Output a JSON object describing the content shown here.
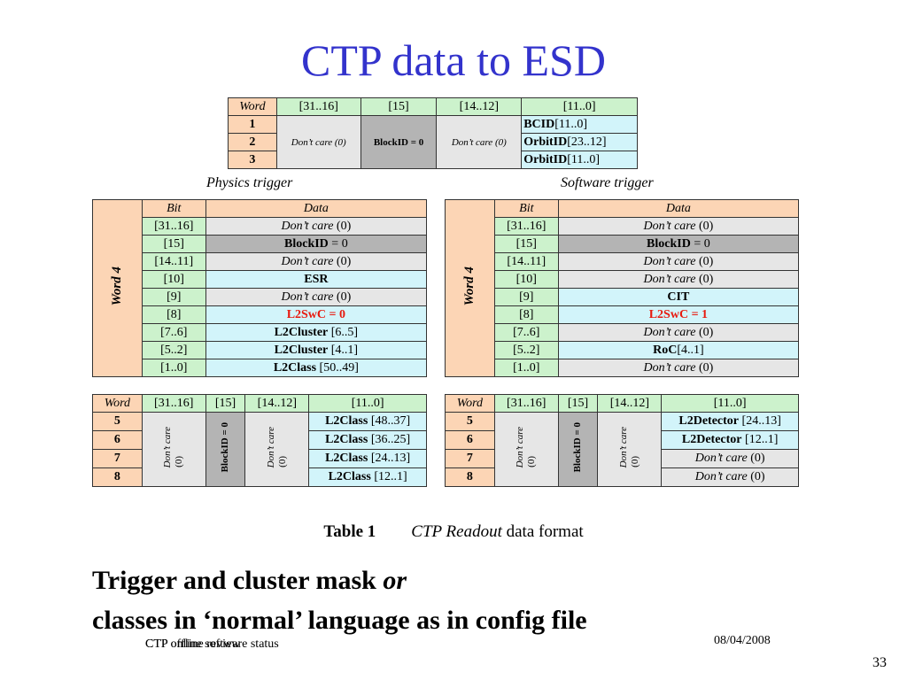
{
  "slide": {
    "title": "CTP data to ESD",
    "caption_physics": "Physics trigger",
    "caption_software": "Software trigger",
    "table_caption_label": "Table 1",
    "table_caption_text_italic": "CTP Readout",
    "table_caption_text": " data format",
    "body_line1_bold": "Trigger and cluster mask ",
    "body_line1_italic": "or",
    "body_line2": "classes in ‘normal’ language as in config file",
    "footer_left_1": "CTP offline review",
    "footer_left_2": "CTP online software status",
    "footer_date": "08/04/2008",
    "page_number": "33"
  },
  "header_table": {
    "headers": [
      "Word",
      "[31..16]",
      "[15]",
      "[14..12]",
      "[11..0]"
    ],
    "words": [
      "1",
      "2",
      "3"
    ],
    "dont_care": "Don’t care (0)",
    "blockid": "BlockID = 0",
    "fields": [
      {
        "name": "BCID",
        "range": "[11..0]"
      },
      {
        "name": "OrbitID",
        "range": "[23..12]"
      },
      {
        "name": "OrbitID",
        "range": "[11..0]"
      }
    ]
  },
  "word4_physics": {
    "side_label": "Word 4",
    "headers": [
      "Bit",
      "Data"
    ],
    "rows": [
      {
        "bit": "[31..16]",
        "a": "Don’t care",
        "b": " (0)"
      },
      {
        "bit": "[15]",
        "a": "BlockID",
        "b": " = 0"
      },
      {
        "bit": "[14..11]",
        "a": "Don’t care",
        "b": " (0)"
      },
      {
        "bit": "[10]",
        "a": "ESR",
        "b": ""
      },
      {
        "bit": "[9]",
        "a": "Don’t care",
        "b": " (0)"
      },
      {
        "bit": "[8]",
        "a": "L2SwC = 0",
        "b": ""
      },
      {
        "bit": "[7..6]",
        "a": "L2Cluster",
        "b": " [6..5]"
      },
      {
        "bit": "[5..2]",
        "a": "L2Cluster",
        "b": " [4..1]"
      },
      {
        "bit": "[1..0]",
        "a": "L2Class",
        "b": " [50..49]"
      }
    ]
  },
  "word4_software": {
    "side_label": "Word 4",
    "headers": [
      "Bit",
      "Data"
    ],
    "rows": [
      {
        "bit": "[31..16]",
        "a": "Don’t care",
        "b": " (0)"
      },
      {
        "bit": "[15]",
        "a": "BlockID",
        "b": " = 0"
      },
      {
        "bit": "[14..11]",
        "a": "Don’t care",
        "b": " (0)"
      },
      {
        "bit": "[10]",
        "a": "Don’t care",
        "b": " (0)"
      },
      {
        "bit": "[9]",
        "a": "CIT",
        "b": ""
      },
      {
        "bit": "[8]",
        "a": "L2SwC = 1",
        "b": ""
      },
      {
        "bit": "[7..6]",
        "a": "Don’t care",
        "b": " (0)"
      },
      {
        "bit": "[5..2]",
        "a": "RoC",
        "b": "[4..1]"
      },
      {
        "bit": "[1..0]",
        "a": "Don’t care",
        "b": " (0)"
      }
    ]
  },
  "words58_physics": {
    "headers": [
      "Word",
      "[31..16]",
      "[15]",
      "[14..12]",
      "[11..0]"
    ],
    "words": [
      "5",
      "6",
      "7",
      "8"
    ],
    "dont_care": "Don’t care",
    "dont_care_val": "(0)",
    "blockid": "BlockID = 0",
    "fields": [
      {
        "name": "L2Class",
        "range": " [48..37]"
      },
      {
        "name": "L2Class",
        "range": " [36..25]"
      },
      {
        "name": "L2Class",
        "range": " [24..13]"
      },
      {
        "name": "L2Class",
        "range": " [12..1]"
      }
    ]
  },
  "words58_software": {
    "headers": [
      "Word",
      "[31..16]",
      "[15]",
      "[14..12]",
      "[11..0]"
    ],
    "words": [
      "5",
      "6",
      "7",
      "8"
    ],
    "dont_care": "Don’t care",
    "dont_care_val": "(0)",
    "blockid": "BlockID = 0",
    "fields": [
      {
        "name": "L2Detector",
        "range": " [24..13]"
      },
      {
        "name": "L2Detector",
        "range": " [12..1]"
      },
      {
        "name": "Don’t care",
        "range": " (0)"
      },
      {
        "name": "Don’t care",
        "range": " (0)"
      }
    ]
  }
}
